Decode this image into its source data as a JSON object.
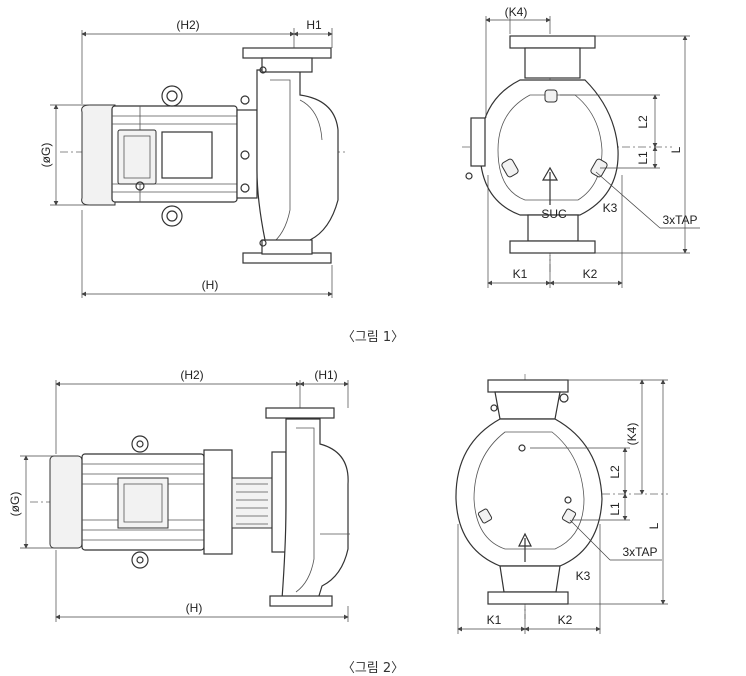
{
  "figure1": {
    "caption": "〈그림 1〉",
    "side_view": {
      "label_h2": "(H2)",
      "label_h1": "H1",
      "label_h": "(H)",
      "label_g": "(øG)"
    },
    "front_view": {
      "label_k4": "(K4)",
      "label_l2": "L2",
      "label_l1": "L1",
      "label_l": "L",
      "label_suc": "SUC",
      "label_k3": "K3",
      "label_tap": "3xTAP",
      "label_k1": "K1",
      "label_k2": "K2"
    }
  },
  "figure2": {
    "caption": "〈그림 2〉",
    "side_view": {
      "label_h2": "(H2)",
      "label_h1": "(H1)",
      "label_h": "(H)",
      "label_g": "(øG)"
    },
    "front_view": {
      "label_k4": "(K4)",
      "label_l2": "L2",
      "label_l1": "L1",
      "label_l": "L",
      "label_k3": "K3",
      "label_tap": "3xTAP",
      "label_k1": "K1",
      "label_k2": "K2"
    }
  }
}
